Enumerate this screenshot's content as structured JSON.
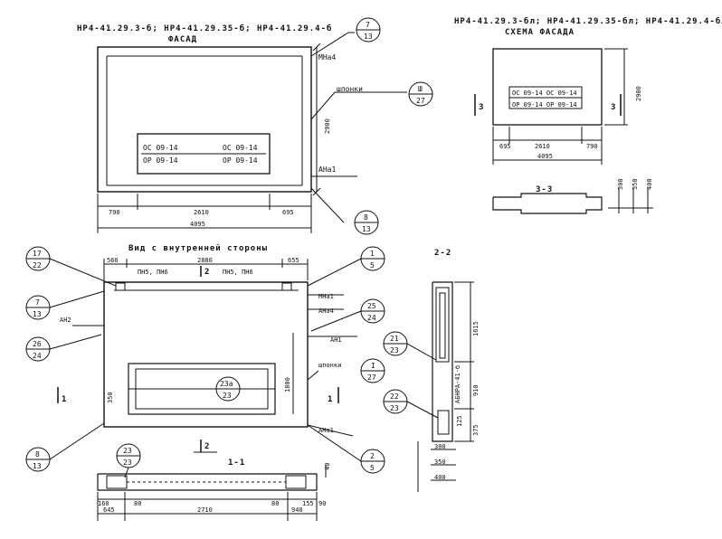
{
  "facade": {
    "title_line1": "НР4-41.29.3-б; НР4-41.29.35-б; НР4-41.29.4-б",
    "title_line2": "ФАСАД",
    "mark_line1_left": "ОС 09-14",
    "mark_line1_right": "ОС 09-14",
    "mark_line2_left": "ОР 09-14",
    "mark_line2_right": "ОР 09-14",
    "label_mna": "МНа4",
    "label_shponki": "шпонки",
    "label_ana": "АНа1",
    "dim_height": "2900",
    "dim_left": "790",
    "dim_mid": "2610",
    "dim_right": "695",
    "dim_total": "4095",
    "callout_7_top": "7",
    "callout_7_bot": "13",
    "callout_shp_top": "Ш",
    "callout_shp_bot": "27",
    "callout_8_top": "8",
    "callout_8_bot": "13"
  },
  "scheme": {
    "title_line1": "НР4-41.29.3-бл; НР4-41.29.35-бл; НР4-41.29.4-бл",
    "title_line2": "СХЕМА ФАСАДА",
    "mark_line1": "ОС 09-14  ОС 09-14",
    "mark_line2": "ОР 09-14  ОР 09-14",
    "sec_left": "3",
    "sec_right": "3",
    "dim_height": "2900",
    "dim_left": "695",
    "dim_mid": "2610",
    "dim_right": "790",
    "dim_total": "4095"
  },
  "section33": {
    "title": "3-3",
    "dims": [
      "300",
      "350",
      "400"
    ]
  },
  "inner": {
    "title": "Вид с внутренней стороны",
    "dim_left": "560",
    "dim_mid": "2880",
    "dim_right": "655",
    "pn_left": "ПН5, ПН6",
    "pn_right": "ПН5, ПН6",
    "sec_top": "2",
    "sec_bottom": "2",
    "sec_left": "1",
    "sec_right": "1",
    "label_mna": "МНа1",
    "label_ana4": "АНа4",
    "label_an1": "АН1",
    "label_ang": "АН2",
    "label_shponki": "шпонки",
    "label_ana1": "АНа1",
    "dim_window_h": "1800",
    "dim_left_small": "350",
    "callout_17": [
      "17",
      "22"
    ],
    "callout_7": [
      "7",
      "13"
    ],
    "callout_26": [
      "26",
      "24"
    ],
    "callout_8": [
      "8",
      "13"
    ],
    "callout_1": [
      "1",
      "5"
    ],
    "callout_25": [
      "25",
      "24"
    ],
    "callout_i": [
      "I",
      "27"
    ],
    "callout_23a": [
      "23а",
      "23"
    ],
    "callout_2": [
      "2",
      "5"
    ],
    "callout_23": [
      "23",
      "23"
    ]
  },
  "section11": {
    "title": "1-1",
    "dim_40": "40",
    "dim_160": "160",
    "dim_80a": "80",
    "dim_80b": "80",
    "dim_155": "155",
    "dim_90": "90",
    "dim_645": "645",
    "dim_2710": "2710",
    "dim_940": "940"
  },
  "section22": {
    "title": "2-2",
    "dim_1615": "1615",
    "dim_910": "910",
    "dim_375": "375",
    "dim_125": "125",
    "label_abira": "АБНРА-41-б",
    "dims_bottom": [
      "300",
      "350",
      "400"
    ],
    "callout_21": [
      "21",
      "23"
    ],
    "callout_22": [
      "22",
      "23"
    ]
  }
}
